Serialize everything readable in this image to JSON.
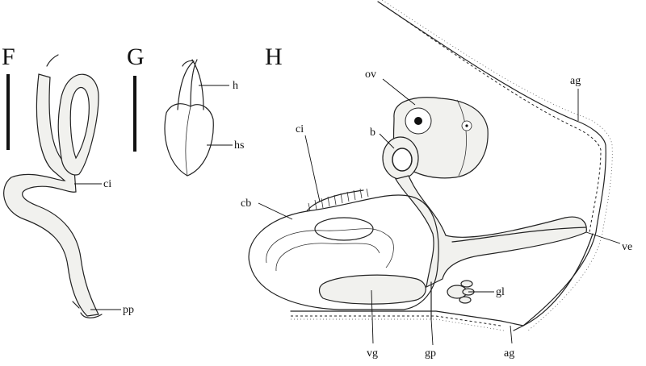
{
  "panels": {
    "f": "F",
    "g": "G",
    "h": "H"
  },
  "labels": {
    "ci_f": "ci",
    "pp": "pp",
    "h": "h",
    "hs": "hs",
    "ov": "ov",
    "ag_top": "ag",
    "b": "b",
    "ci_h": "ci",
    "cb": "cb",
    "ve": "ve",
    "gl": "gl",
    "vg": "vg",
    "gp": "gp",
    "ag_bottom": "ag"
  }
}
